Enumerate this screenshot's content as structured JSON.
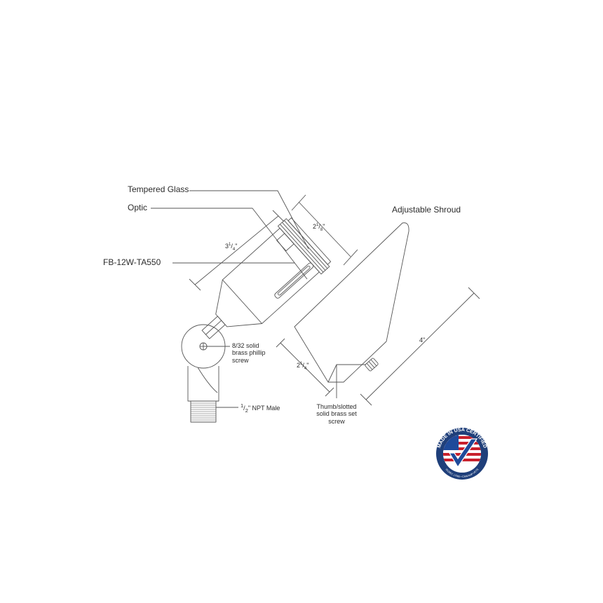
{
  "labels": {
    "tempered_glass": "Tempered Glass",
    "optic": "Optic",
    "model": "FB-12W-TA550",
    "adjustable_shroud": "Adjustable Shroud",
    "screw_line1": "8/32 solid",
    "screw_line2": "brass phillip",
    "screw_line3": "screw",
    "npt_num": "1",
    "npt_den": "2",
    "npt_text": "\" NPT Male",
    "thumb_line1": "Thumb/slotted",
    "thumb_line2": "solid brass set",
    "thumb_line3": "screw"
  },
  "dimensions": {
    "top_whole": "2",
    "top_num": "1",
    "top_den": "8",
    "top_unit": "\"",
    "left_whole": "3",
    "left_num": "1",
    "left_den": "4",
    "left_unit": "\"",
    "bottom_whole": "2",
    "bottom_num": "1",
    "bottom_den": "4",
    "bottom_unit": "\"",
    "right_value": "4\""
  },
  "badge": {
    "arc_text": "MADE IN USA CERTIFIED",
    "bottom_text": "ISO/IEC 17065 • CAN/AMP-VETS",
    "colors": {
      "ring": "#1f3f7a",
      "red": "#c8202c",
      "blue": "#1e4a9a",
      "check": "#1e4a9a"
    }
  },
  "colors": {
    "line": "#555555",
    "text": "#2b2b2b"
  }
}
